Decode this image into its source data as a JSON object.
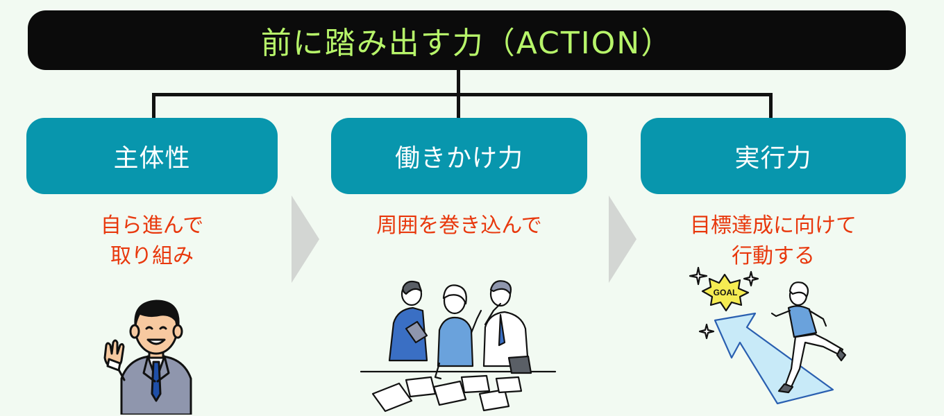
{
  "title": "前に踏み出す力（ACTION）",
  "colors": {
    "background": "#f2faf2",
    "title_bar": "#0b0b0b",
    "title_text": "#b7f56a",
    "pill": "#0896ad",
    "pill_text": "#ffffff",
    "description": "#e8380d",
    "chevron": "#d3d6d3"
  },
  "columns": [
    {
      "label": "主体性",
      "desc_line1": "自ら進んで",
      "desc_line2": "取り組み",
      "illustration": "businessman-waving-icon"
    },
    {
      "label": "働きかけ力",
      "desc_line1": "周囲を巻き込んで",
      "desc_line2": "",
      "illustration": "team-discussion-icon"
    },
    {
      "label": "実行力",
      "desc_line1": "目標達成に向けて",
      "desc_line2": "行動する",
      "illustration": "runner-goal-icon"
    }
  ],
  "goal_sign": "GOAL"
}
